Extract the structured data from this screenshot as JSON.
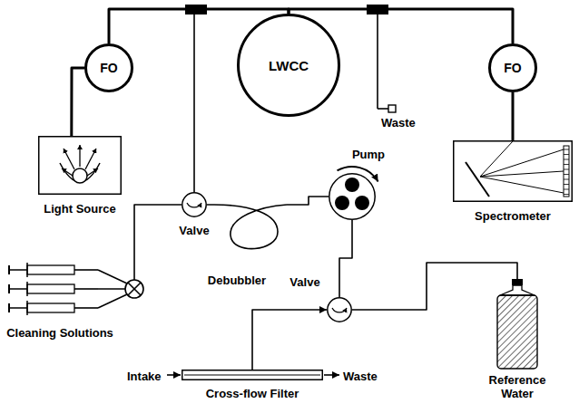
{
  "diagram": {
    "nodes": [
      {
        "text": [
          "FO"
        ]
      },
      {
        "text": [
          "LWCC"
        ]
      },
      {
        "text": [
          "FO"
        ]
      },
      {
        "text": [
          "Light Source"
        ]
      },
      {
        "text": [
          "Spectrometer"
        ]
      },
      {
        "text": [
          "Valve"
        ]
      },
      {
        "text": [
          "Debubbler"
        ]
      },
      {
        "text": [
          "Pump"
        ]
      },
      {
        "text": [
          "Cleaning Solutions"
        ]
      },
      {
        "text": [
          "Valve"
        ]
      },
      {
        "text": [
          "Cross-flow Filter"
        ]
      },
      {
        "text": [
          "Reference Water"
        ]
      }
    ],
    "edges": [
      {
        "from": 3,
        "to": 0,
        "arrow": "none"
      },
      {
        "from": 0,
        "to": 1,
        "arrow": "none"
      },
      {
        "from": 1,
        "to": 2,
        "arrow": "none"
      },
      {
        "from": 2,
        "to": 4,
        "arrow": "none"
      },
      {
        "from": 5,
        "to": 1,
        "arrow": "none"
      },
      {
        "from": 8,
        "to": 5,
        "arrow": "none"
      },
      {
        "from": 6,
        "to": 5,
        "arrow": "none"
      },
      {
        "from": 7,
        "to": 6,
        "arrow": "none"
      },
      {
        "from": 9,
        "to": 7,
        "arrow": "none"
      },
      {
        "from": 10,
        "to": 9,
        "arrow": "to"
      },
      {
        "from": 11,
        "to": 9,
        "arrow": "none"
      }
    ],
    "labels": [
      "Waste",
      "Intake",
      "Waste"
    ]
  }
}
